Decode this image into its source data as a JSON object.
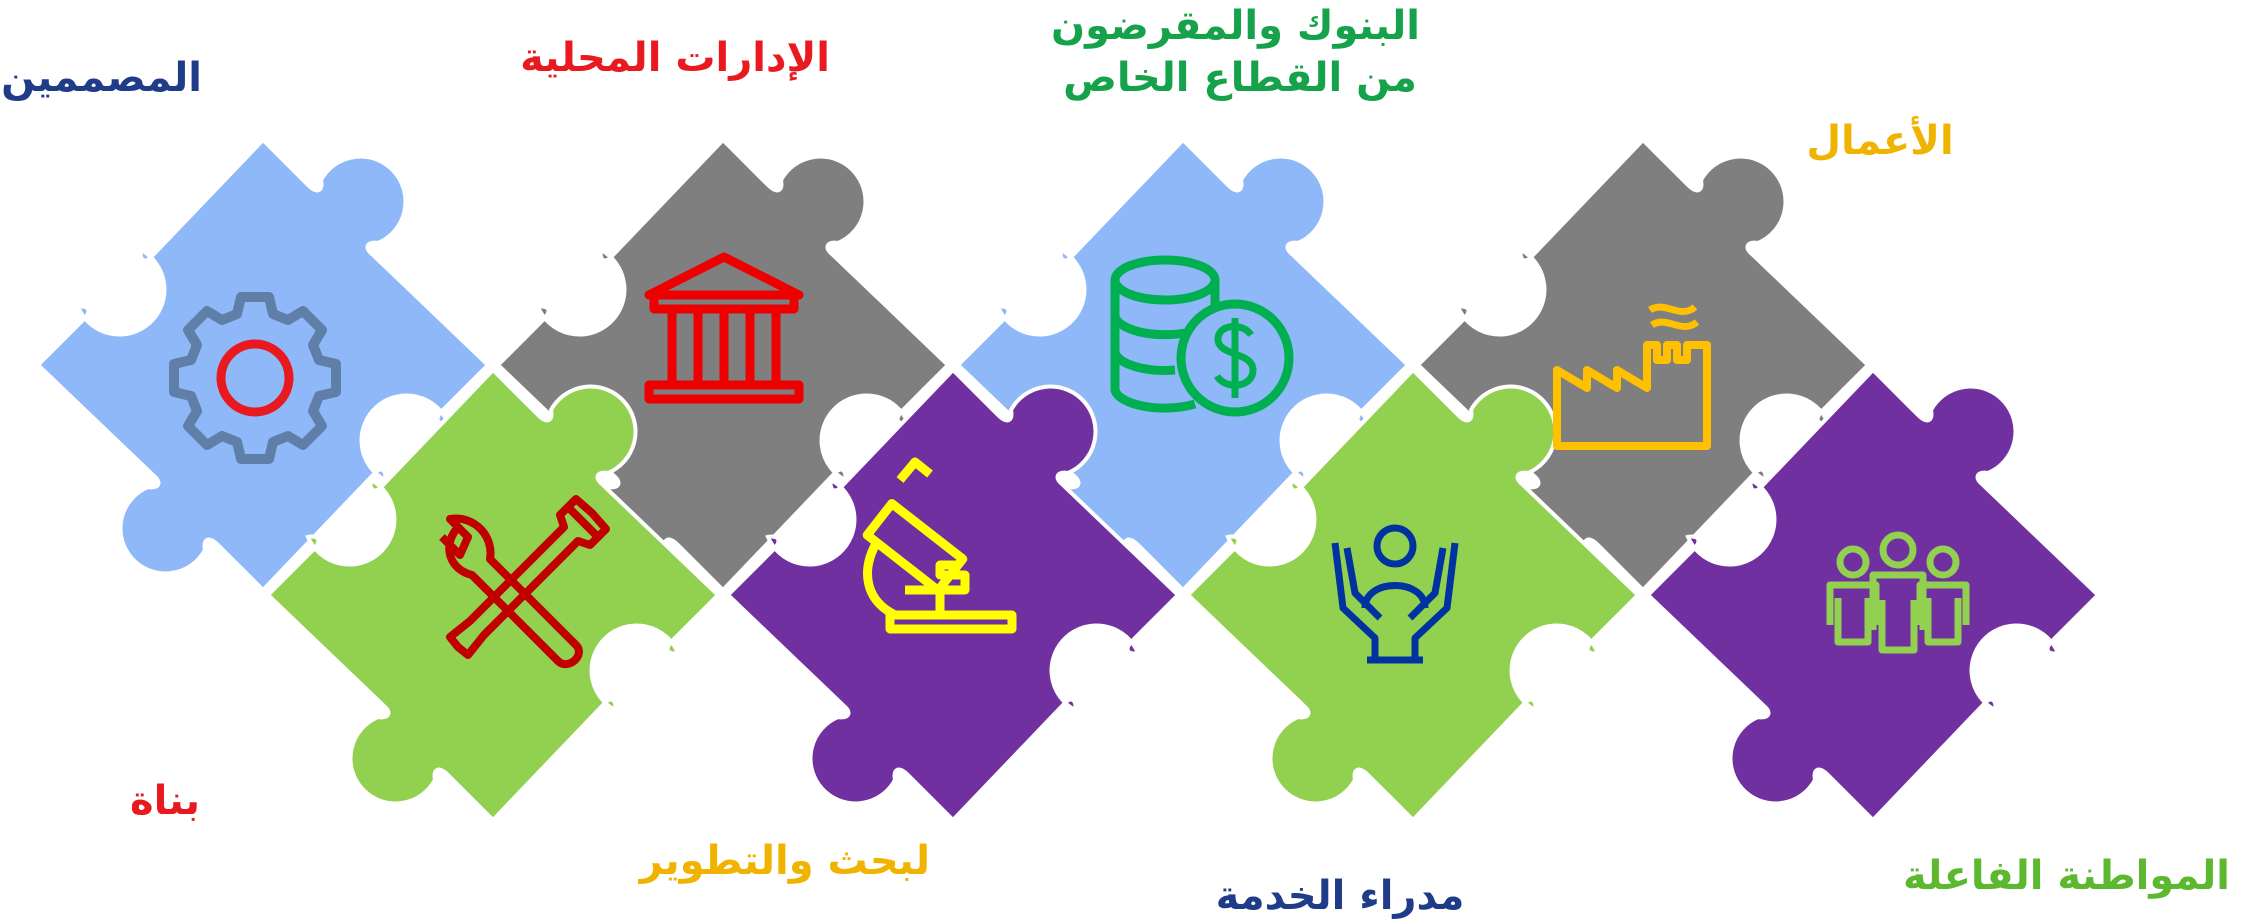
{
  "labels": {
    "designers": "المصممين",
    "local_admin": "الإدارات المحلية",
    "banks_line1": "البنوك والمقرضون",
    "banks_line2": "من القطاع الخاص",
    "business": "الأعمال",
    "builders": "بناة",
    "research": "لبحث والتطوير",
    "service": "مدراء الخدمة",
    "citizenship": "المواطنة الفاعلة"
  },
  "colors": {
    "light_blue": "#8fb8f8",
    "gray": "#7f7f7f",
    "green": "#92d050",
    "purple": "#7030a0",
    "navy": "#1f3c88",
    "red": "#e8191f",
    "label_green": "#15a24a",
    "label_gold": "#f0b400",
    "label_green_light": "#5cb82e",
    "icon_gear": "#5f7fa8",
    "icon_bank": "#ee0000",
    "icon_coins": "#00b050",
    "icon_factory": "#ffc000",
    "icon_tools": "#c00000",
    "icon_microscope": "#ffff00",
    "icon_hands": "#0033a0",
    "icon_people": "#92d050"
  },
  "icons": [
    "gear-icon",
    "bank-icon",
    "coins-icon",
    "factory-icon",
    "tools-icon",
    "microscope-icon",
    "hands-icon",
    "people-icon"
  ]
}
